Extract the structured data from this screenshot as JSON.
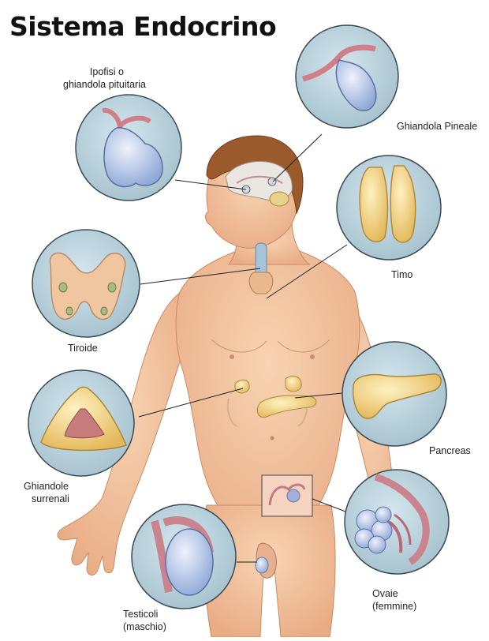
{
  "title": "Sistema Endocrino",
  "labels": {
    "pituitary": [
      "Ipofisi o",
      "ghiandola pituitaria"
    ],
    "pineal": "Ghiandola Pineale",
    "thymus": "Timo",
    "thyroid": "Tiroide",
    "pancreas": "Pancreas",
    "adrenal": [
      "Ghiandole",
      "surrenali"
    ],
    "ovaries": [
      "Ovaie",
      "(femmine)"
    ],
    "testes": [
      "Testicoli",
      "(maschio)"
    ]
  },
  "colors": {
    "skin": "#f4c6a0",
    "skin_shadow": "#e0a47e",
    "hair": "#9a5a2c",
    "circle_bg": "#b9d2dc",
    "circle_stroke": "#3c4a52",
    "gland_yellow": "#f2d27a",
    "gland_pink": "#d98a8a",
    "gland_blue": "#a9bfe6",
    "leader_line": "#222222"
  }
}
